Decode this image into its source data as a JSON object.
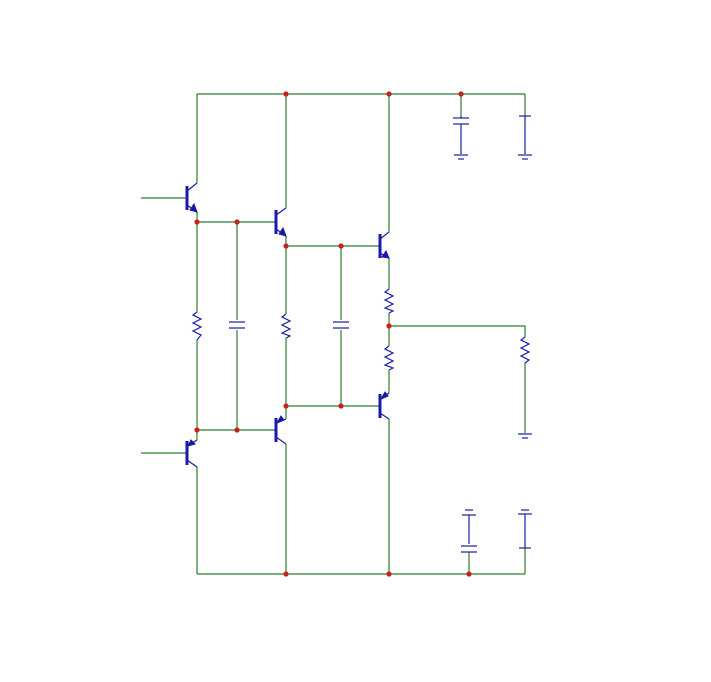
{
  "diagram": {
    "type": "circuit-schematic",
    "colors": {
      "wire": "#2e7d32",
      "component": "#1a1aa6",
      "junction": "#cc1f1f",
      "background": "#ffffff"
    },
    "components": [
      {
        "kind": "npn-transistor",
        "id": "Q1"
      },
      {
        "kind": "npn-transistor",
        "id": "Q2"
      },
      {
        "kind": "npn-transistor",
        "id": "Q3"
      },
      {
        "kind": "pnp-transistor",
        "id": "Q4"
      },
      {
        "kind": "pnp-transistor",
        "id": "Q5"
      },
      {
        "kind": "pnp-transistor",
        "id": "Q6"
      },
      {
        "kind": "resistor",
        "id": "R1"
      },
      {
        "kind": "resistor",
        "id": "R2"
      },
      {
        "kind": "resistor",
        "id": "R3"
      },
      {
        "kind": "resistor",
        "id": "R4"
      },
      {
        "kind": "resistor",
        "id": "R5"
      },
      {
        "kind": "capacitor",
        "id": "C1"
      },
      {
        "kind": "capacitor",
        "id": "C2"
      },
      {
        "kind": "capacitor",
        "id": "C3"
      },
      {
        "kind": "capacitor",
        "id": "C4"
      },
      {
        "kind": "battery",
        "id": "V1"
      },
      {
        "kind": "battery",
        "id": "V2"
      },
      {
        "kind": "ground",
        "id": "GND1"
      },
      {
        "kind": "ground",
        "id": "GND2"
      },
      {
        "kind": "ground",
        "id": "GND3"
      }
    ]
  }
}
